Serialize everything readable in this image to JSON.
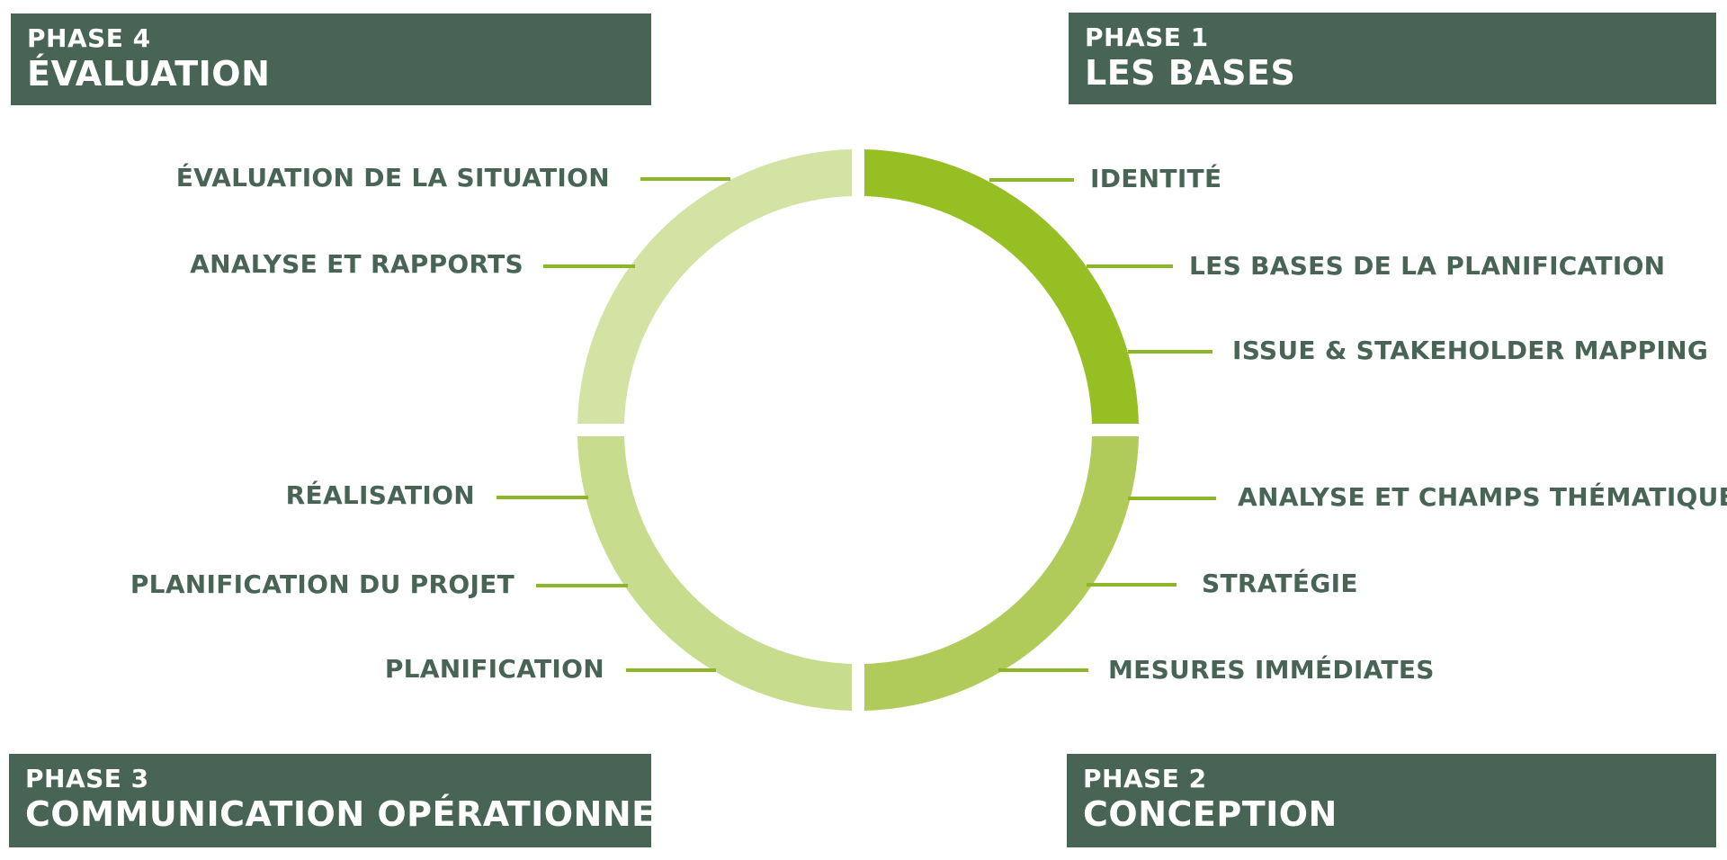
{
  "colors": {
    "phase_box": "#486454",
    "label_text": "#486454",
    "connector": "#8db62a",
    "segment_phase1": "#95bf22",
    "segment_phase2": "#b1cb5b",
    "segment_phase3": "#c7dc8d",
    "segment_phase4": "#d3e3a4"
  },
  "phases": {
    "phase4": {
      "number": "PHASE 4",
      "name": "ÉVALUATION"
    },
    "phase1": {
      "number": "PHASE 1",
      "name": "LES BASES"
    },
    "phase3": {
      "number": "PHASE 3",
      "name": "COMMUNICATION OPÉRATIONNELLE"
    },
    "phase2": {
      "number": "PHASE 2",
      "name": "CONCEPTION"
    }
  },
  "steps": {
    "phase1": [
      "IDENTITÉ",
      "LES BASES DE LA PLANIFICATION",
      "ISSUE & STAKEHOLDER MAPPING"
    ],
    "phase2": [
      "ANALYSE ET CHAMPS THÉMATIQUES",
      "STRATÉGIE",
      "MESURES IMMÉDIATES"
    ],
    "phase3": [
      "RÉALISATION",
      "PLANIFICATION DU PROJET",
      "PLANIFICATION"
    ],
    "phase4": [
      "ÉVALUATION DE LA SITUATION",
      "ANALYSE ET RAPPORTS"
    ]
  }
}
